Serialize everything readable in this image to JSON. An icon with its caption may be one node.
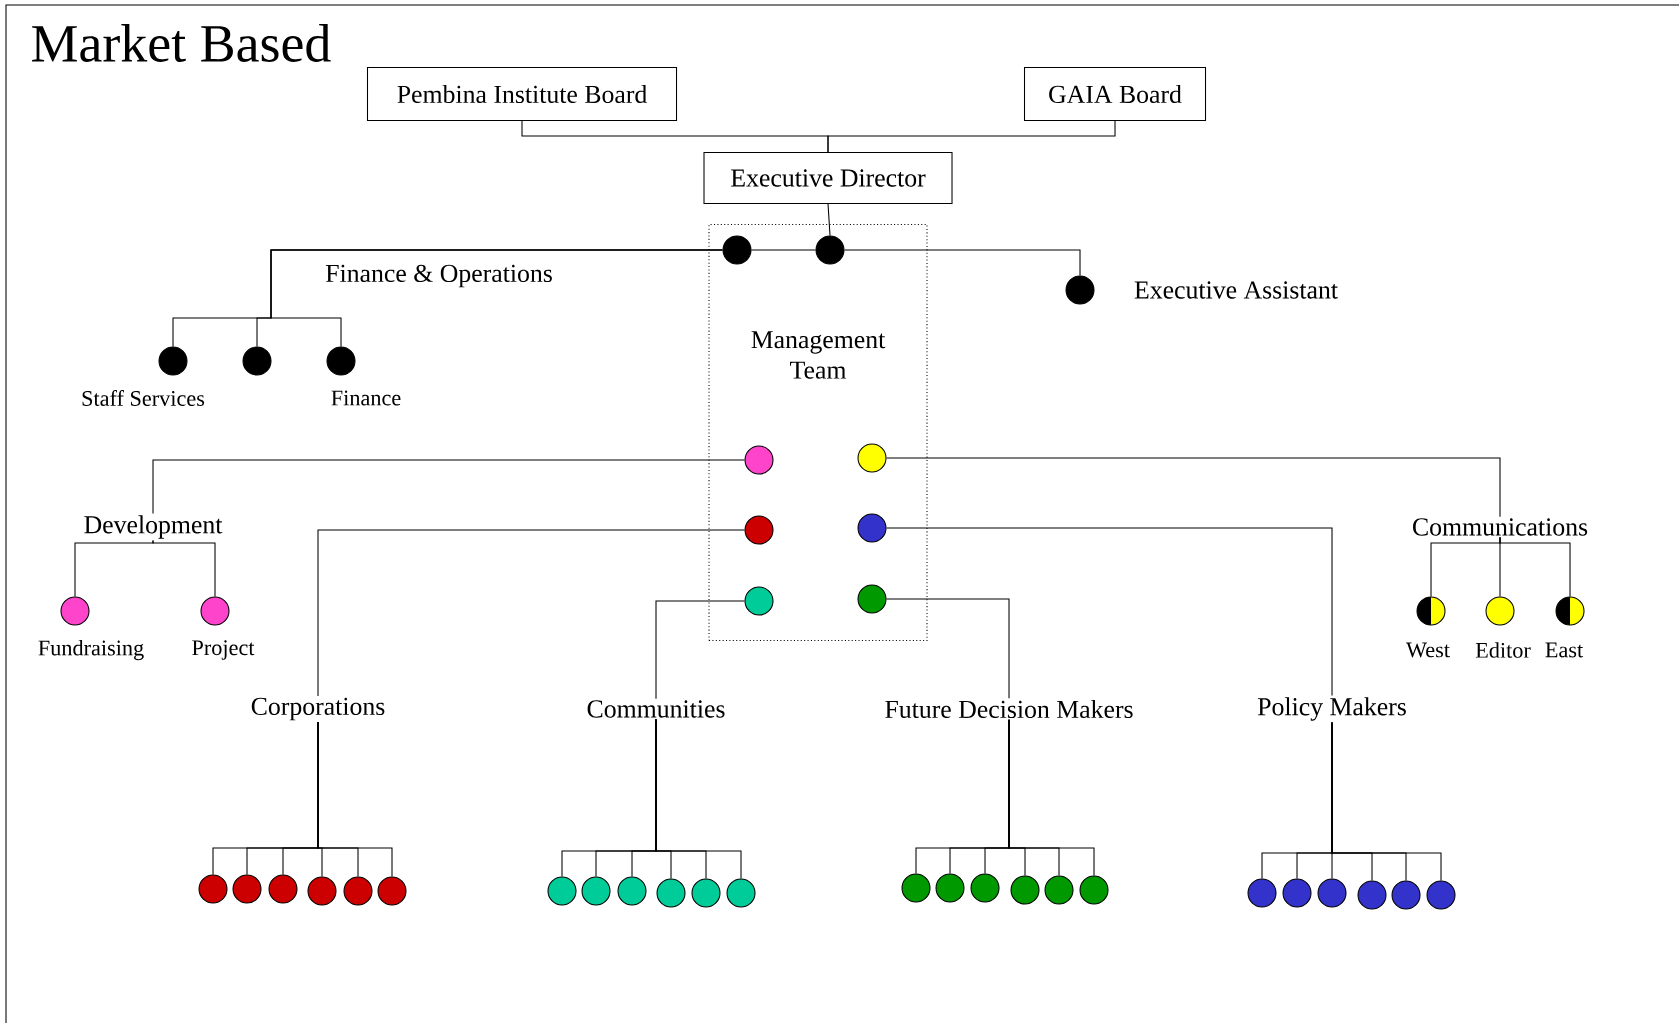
{
  "diagram": {
    "title": "Market Based",
    "nodes": [
      {
        "text": [
          "Pembina Institute Board"
        ]
      },
      {
        "text": [
          "GAIA Board"
        ]
      },
      {
        "text": [
          "Executive Director"
        ]
      },
      {
        "text": [
          "Management Team"
        ]
      },
      {
        "text": [],
        "shape": "circle",
        "in": 3
      },
      {
        "text": [],
        "shape": "circle",
        "in": 3
      },
      {
        "text": [],
        "shape": "circle",
        "beside": [
          "Staff Services"
        ]
      },
      {
        "text": [],
        "shape": "circle"
      },
      {
        "text": [],
        "shape": "circle",
        "beside": [
          "Finance"
        ]
      },
      {
        "text": [],
        "shape": "circle",
        "beside": [
          "Executive Assistant"
        ]
      },
      {
        "text": [],
        "shape": "circle",
        "in": 3
      },
      {
        "text": [],
        "shape": "circle",
        "in": 3
      },
      {
        "text": [],
        "shape": "circle",
        "in": 3
      },
      {
        "text": [],
        "shape": "circle",
        "in": 3
      },
      {
        "text": [],
        "shape": "circle",
        "in": 3
      },
      {
        "text": [],
        "shape": "circle",
        "in": 3
      },
      {
        "text": [
          "Development"
        ]
      },
      {
        "text": [
          "Communications"
        ]
      },
      {
        "text": [
          "Corporations"
        ]
      },
      {
        "text": [
          "Communities"
        ]
      },
      {
        "text": [
          "Future Decision Makers"
        ]
      },
      {
        "text": [
          "Policy Makers"
        ]
      },
      {
        "text": [],
        "shape": "circle",
        "beside": [
          "Fundraising"
        ]
      },
      {
        "text": [],
        "shape": "circle",
        "beside": [
          "Project"
        ]
      },
      {
        "text": [],
        "shape": "circle",
        "beside": [
          "West"
        ]
      },
      {
        "text": [],
        "shape": "circle",
        "beside": [
          "Editor"
        ]
      },
      {
        "text": [],
        "shape": "circle",
        "beside": [
          "East"
        ]
      },
      {
        "text": [],
        "shape": "circle"
      },
      {
        "text": [],
        "shape": "circle"
      },
      {
        "text": [],
        "shape": "circle"
      },
      {
        "text": [],
        "shape": "circle"
      },
      {
        "text": [],
        "shape": "circle"
      },
      {
        "text": [],
        "shape": "circle"
      },
      {
        "text": [],
        "shape": "circle"
      },
      {
        "text": [],
        "shape": "circle"
      },
      {
        "text": [],
        "shape": "circle"
      },
      {
        "text": [],
        "shape": "circle"
      },
      {
        "text": [],
        "shape": "circle"
      },
      {
        "text": [],
        "shape": "circle"
      },
      {
        "text": [],
        "shape": "circle"
      },
      {
        "text": [],
        "shape": "circle"
      },
      {
        "text": [],
        "shape": "circle"
      },
      {
        "text": [],
        "shape": "circle"
      },
      {
        "text": [],
        "shape": "circle"
      },
      {
        "text": [],
        "shape": "circle"
      },
      {
        "text": [],
        "shape": "circle"
      },
      {
        "text": [],
        "shape": "circle"
      },
      {
        "text": [],
        "shape": "circle"
      },
      {
        "text": [],
        "shape": "circle"
      },
      {
        "text": [],
        "shape": "circle"
      },
      {
        "text": [],
        "shape": "circle"
      }
    ],
    "edges": [
      {
        "from": 0,
        "to": 2,
        "arrow": "none"
      },
      {
        "from": 1,
        "to": 2,
        "arrow": "none"
      },
      {
        "from": 2,
        "to": 5,
        "arrow": "none"
      },
      {
        "from": 4,
        "to": 5,
        "arrow": "none"
      },
      {
        "from": 4,
        "to": 6,
        "arrow": "none"
      },
      {
        "from": 4,
        "to": 7,
        "arrow": "none"
      },
      {
        "from": 4,
        "to": 8,
        "arrow": "none"
      },
      {
        "from": 5,
        "to": 9,
        "arrow": "none"
      },
      {
        "from": 10,
        "to": 16,
        "arrow": "none"
      },
      {
        "from": 11,
        "to": 17,
        "arrow": "none"
      },
      {
        "from": 12,
        "to": 18,
        "arrow": "none"
      },
      {
        "from": 13,
        "to": 21,
        "arrow": "none"
      },
      {
        "from": 14,
        "to": 19,
        "arrow": "none"
      },
      {
        "from": 15,
        "to": 20,
        "arrow": "none"
      },
      {
        "from": 16,
        "to": 22,
        "arrow": "none"
      },
      {
        "from": 16,
        "to": 23,
        "arrow": "none"
      },
      {
        "from": 17,
        "to": 24,
        "arrow": "none"
      },
      {
        "from": 17,
        "to": 25,
        "arrow": "none"
      },
      {
        "from": 17,
        "to": 26,
        "arrow": "none"
      },
      {
        "from": 18,
        "to": 27,
        "arrow": "none"
      },
      {
        "from": 18,
        "to": 28,
        "arrow": "none"
      },
      {
        "from": 18,
        "to": 29,
        "arrow": "none"
      },
      {
        "from": 18,
        "to": 30,
        "arrow": "none"
      },
      {
        "from": 18,
        "to": 31,
        "arrow": "none"
      },
      {
        "from": 18,
        "to": 32,
        "arrow": "none"
      },
      {
        "from": 19,
        "to": 33,
        "arrow": "none"
      },
      {
        "from": 19,
        "to": 34,
        "arrow": "none"
      },
      {
        "from": 19,
        "to": 35,
        "arrow": "none"
      },
      {
        "from": 19,
        "to": 36,
        "arrow": "none"
      },
      {
        "from": 19,
        "to": 37,
        "arrow": "none"
      },
      {
        "from": 19,
        "to": 38,
        "arrow": "none"
      },
      {
        "from": 20,
        "to": 39,
        "arrow": "none"
      },
      {
        "from": 20,
        "to": 40,
        "arrow": "none"
      },
      {
        "from": 20,
        "to": 41,
        "arrow": "none"
      },
      {
        "from": 20,
        "to": 42,
        "arrow": "none"
      },
      {
        "from": 20,
        "to": 43,
        "arrow": "none"
      },
      {
        "from": 20,
        "to": 44,
        "arrow": "none"
      },
      {
        "from": 21,
        "to": 45,
        "arrow": "none"
      },
      {
        "from": 21,
        "to": 46,
        "arrow": "none"
      },
      {
        "from": 21,
        "to": 47,
        "arrow": "none"
      },
      {
        "from": 21,
        "to": 48,
        "arrow": "none"
      },
      {
        "from": 21,
        "to": 49,
        "arrow": "none"
      },
      {
        "from": 21,
        "to": 50,
        "arrow": "none"
      }
    ],
    "labels": [
      "Finance & Operations"
    ]
  }
}
